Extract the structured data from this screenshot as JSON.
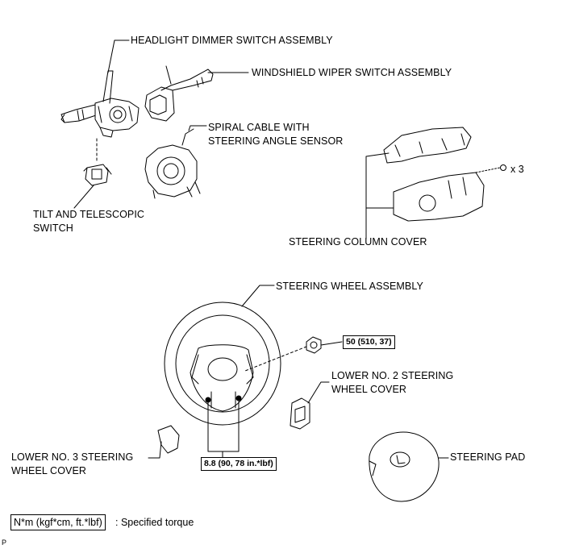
{
  "labels": {
    "headlight_dimmer": "HEADLIGHT DIMMER SWITCH ASSEMBLY",
    "windshield_wiper": "WINDSHIELD WIPER SWITCH ASSEMBLY",
    "spiral_cable_1": "SPIRAL CABLE WITH",
    "spiral_cable_2": "STEERING ANGLE SENSOR",
    "tilt_switch_1": "TILT AND TELESCOPIC",
    "tilt_switch_2": "SWITCH",
    "column_cover": "STEERING COLUMN COVER",
    "steering_wheel": "STEERING WHEEL ASSEMBLY",
    "lower_no2_1": "LOWER NO. 2 STEERING",
    "lower_no2_2": "WHEEL COVER",
    "lower_no3_1": "LOWER NO. 3 STEERING",
    "lower_no3_2": "WHEEL COVER",
    "steering_pad": "STEERING PAD",
    "screw_qty": "x 3"
  },
  "torque": {
    "nut": "50 (510, 37)",
    "bolts": "8.8 (90, 78 in.*lbf)"
  },
  "legend": {
    "unit": "N*m (kgf*cm, ft.*lbf)",
    "text": ": Specified torque"
  },
  "figure_code": "P"
}
